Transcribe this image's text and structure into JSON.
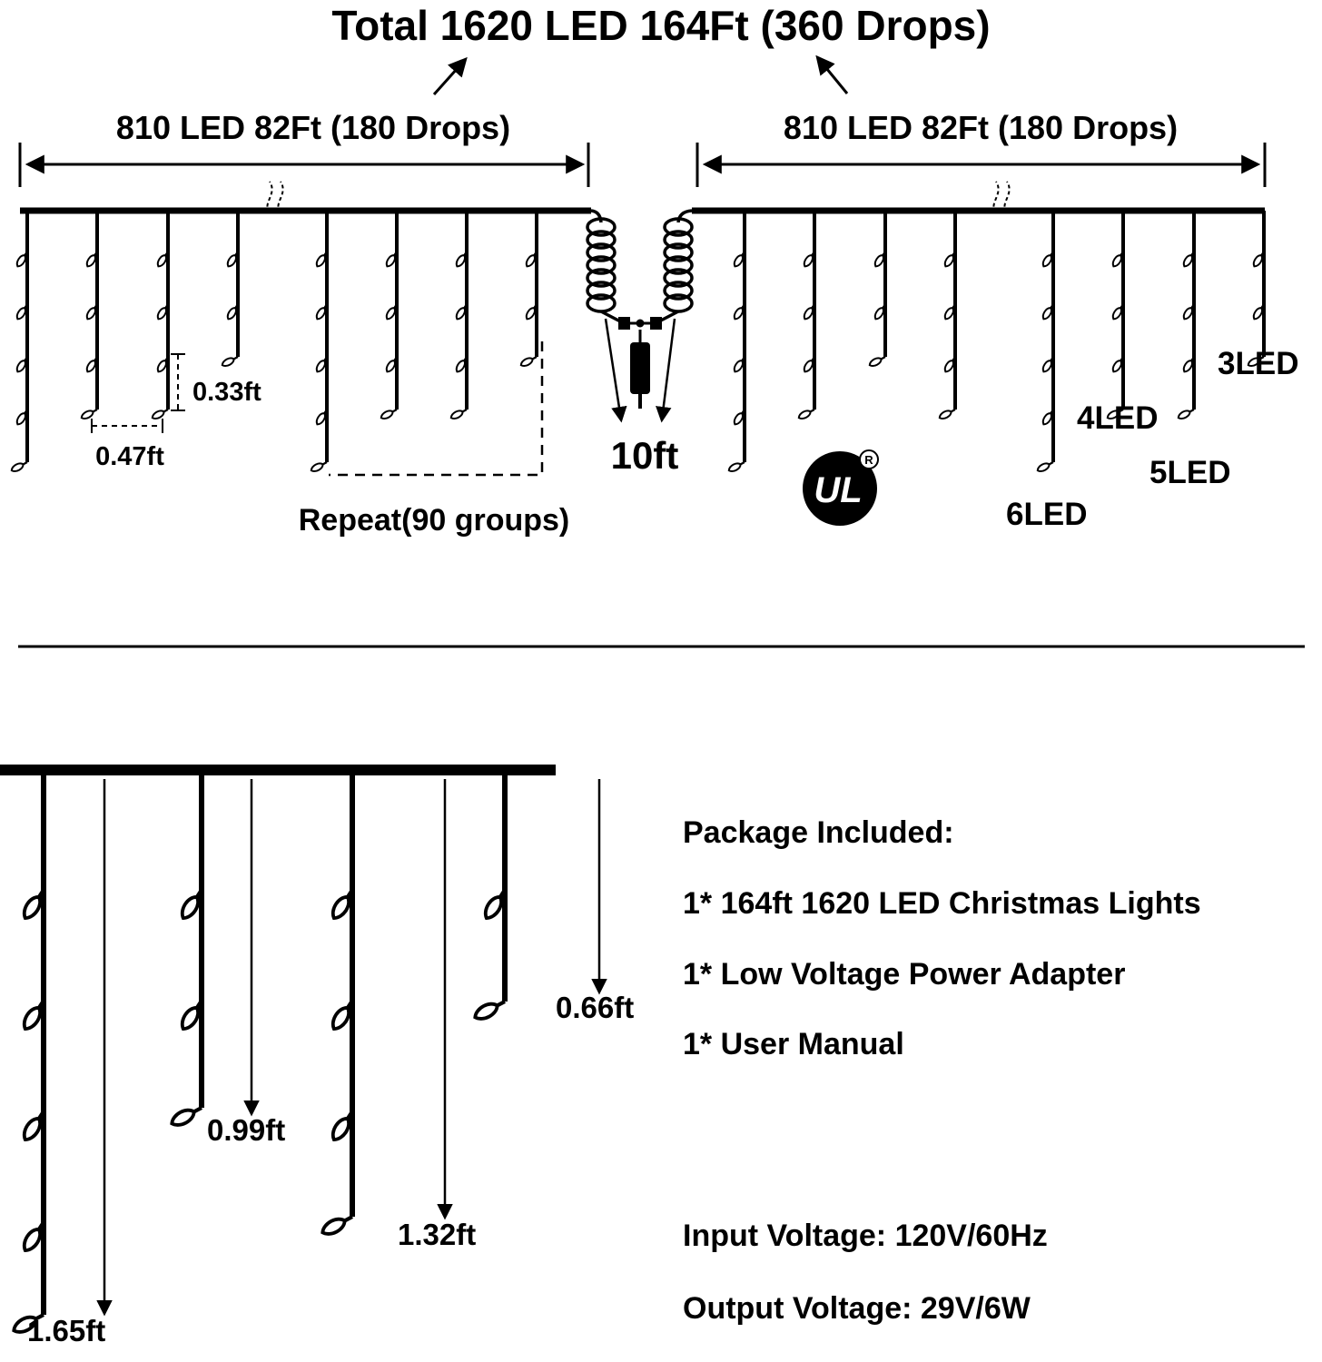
{
  "title": "Total 1620 LED 164Ft (360 Drops)",
  "top_diagram": {
    "left_span_label": "810 LED 82Ft (180 Drops)",
    "right_span_label": "810 LED 82Ft (180 Drops)",
    "led_spacing_label": "0.33ft",
    "drop_spacing_label": "0.47ft",
    "repeat_label": "Repeat(90 groups)",
    "lead_length_label": "10ft",
    "ul_text": "UL",
    "ul_registered": "R",
    "drop_type_labels": [
      "3LED",
      "4LED",
      "5LED",
      "6LED"
    ]
  },
  "bottom_diagram": {
    "drop_length_labels": [
      "0.66ft",
      "0.99ft",
      "1.32ft",
      "1.65ft"
    ]
  },
  "package_info": {
    "heading": "Package Included:",
    "items": [
      "1* 164ft 1620 LED Christmas Lights",
      "1* Low Voltage Power Adapter",
      "1* User Manual"
    ],
    "input_voltage": "Input Voltage: 120V/60Hz",
    "output_voltage": "Output Voltage: 29V/6W"
  }
}
